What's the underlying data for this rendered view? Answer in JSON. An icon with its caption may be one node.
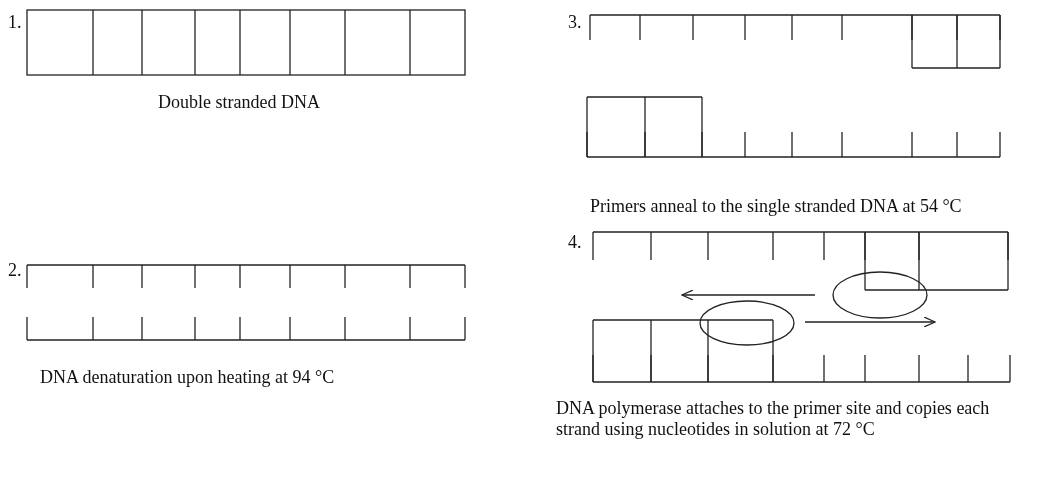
{
  "diagram": {
    "nodes": [
      {
        "text": [],
        "shape": "ellipse"
      },
      {
        "text": [],
        "shape": "ellipse"
      }
    ],
    "labels": [
      "1.",
      "3.",
      "Double stranded DNA",
      "Primers anneal to the single stranded DNA at 54 °C",
      "2.",
      "4.",
      "DNA denaturation upon heating at 94 °C",
      "DNA polymerase attaches to the primer site and copies each strand using nucleotides in solution at 72 °C"
    ]
  }
}
